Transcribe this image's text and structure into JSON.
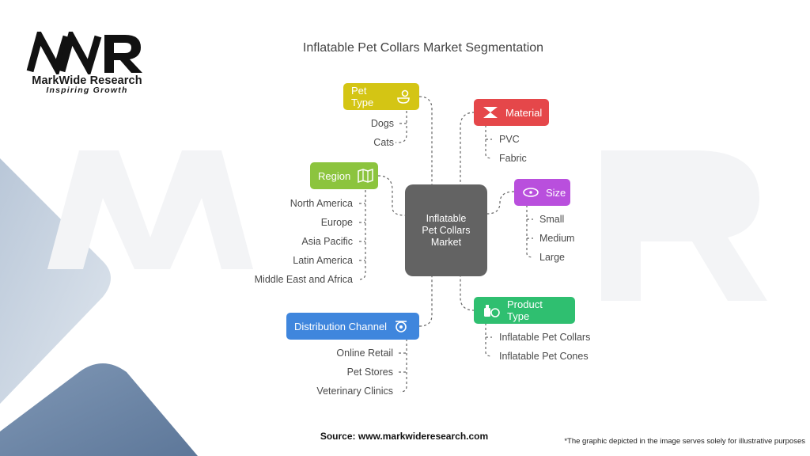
{
  "brand": {
    "name": "MarkWide Research",
    "tagline": "Inspiring Growth"
  },
  "title": "Inflatable Pet Collars Market Segmentation",
  "center": "Inflatable\nPet Collars\nMarket",
  "categories": {
    "pet_type": {
      "label": "Pet Type",
      "color": "#d4c514",
      "icon": "pet-bowl-icon",
      "items": [
        "Dogs",
        "Cats"
      ]
    },
    "region": {
      "label": "Region",
      "color": "#8cc43e",
      "icon": "map-icon",
      "items": [
        "North America",
        "Europe",
        "Asia Pacific",
        "Latin America",
        "Middle East and Africa"
      ]
    },
    "distribution": {
      "label": "Distribution Channel",
      "color": "#3f86dd",
      "icon": "distribution-icon",
      "items": [
        "Online Retail",
        "Pet Stores",
        "Veterinary Clinics"
      ]
    },
    "material": {
      "label": "Material",
      "color": "#e5474a",
      "icon": "material-icon",
      "items": [
        "PVC",
        "Fabric"
      ]
    },
    "size": {
      "label": "Size",
      "color": "#b94fdd",
      "icon": "collar-icon",
      "items": [
        "Small",
        "Medium",
        "Large"
      ]
    },
    "product_type": {
      "label": "Product Type",
      "color": "#2fbf70",
      "icon": "product-icon",
      "items": [
        "Inflatable Pet Collars",
        "Inflatable Pet Cones"
      ]
    }
  },
  "footer": {
    "source": "Source: www.markwideresearch.com",
    "disclaimer": "*The graphic depicted in the image serves solely for illustrative purposes"
  }
}
